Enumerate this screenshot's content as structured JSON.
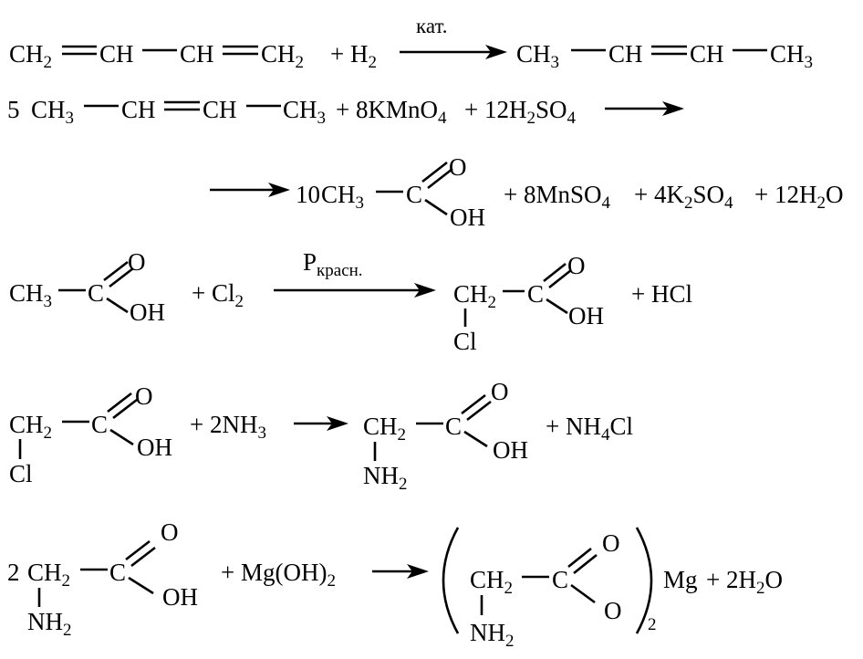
{
  "r1": {
    "ch2": "CH",
    "ch": "CH",
    "h2": "H",
    "plus_h2": "+ H",
    "cat": "кат.",
    "ch3": "CH",
    "sub2": "2",
    "sub3": "3"
  },
  "r2": {
    "coef": "5",
    "ch3": "CH",
    "ch": "CH",
    "sub2": "2",
    "sub3": "3",
    "sub4": "4",
    "kmno4": "+ 8KMnO",
    "h2so4_a": "+ 12H",
    "h2so4_b": "SO"
  },
  "r3": {
    "coef": "10",
    "ch3": "CH",
    "c": "C",
    "o": "O",
    "oh": "OH",
    "sub2": "2",
    "sub3": "3",
    "sub4": "4",
    "mnso4": "+ 8MnSO",
    "k2so4_a": "+ 4K",
    "k2so4_b": "SO",
    "h2o_a": "+ 12H",
    "h2o_b": "O"
  },
  "r4": {
    "ch3": "CH",
    "c": "C",
    "o": "O",
    "oh": "OH",
    "sub2": "2",
    "sub3": "3",
    "cl2": "+ Cl",
    "cat": "P",
    "cat_sub": "красн.",
    "ch2": "CH",
    "cl": "Cl",
    "hcl": "+ HCl"
  },
  "r5": {
    "ch2": "CH",
    "c": "C",
    "o": "O",
    "oh": "OH",
    "cl": "Cl",
    "sub2": "2",
    "sub3": "3",
    "sub4": "4",
    "nh3": "+ 2NH",
    "nh2": "NH",
    "nh4cl_a": "+ NH",
    "nh4cl_b": "Cl"
  },
  "r6": {
    "coef": "2",
    "ch2": "CH",
    "c": "C",
    "o": "O",
    "oh": "OH",
    "nh2": "NH",
    "sub2": "2",
    "mgoh2": "+ Mg(OH)",
    "o_bridge": "O",
    "mg": "Mg",
    "h2o_a": "+ 2H",
    "h2o_b": "O"
  },
  "colors": {
    "ink": "#000000",
    "background": "#ffffff"
  }
}
